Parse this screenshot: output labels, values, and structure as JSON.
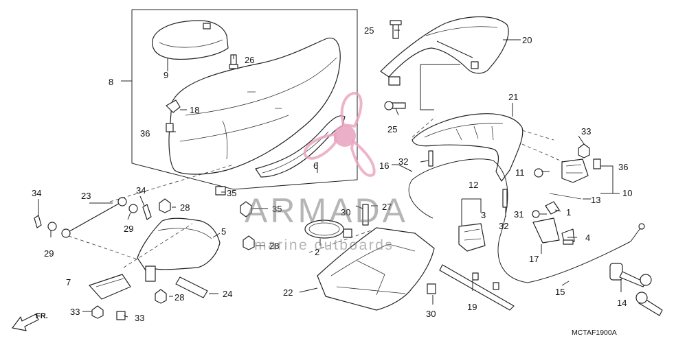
{
  "diagram": {
    "code": "MCTAF1900A",
    "direction_label": "FR.",
    "callouts": [
      {
        "id": "c1",
        "label": "1"
      },
      {
        "id": "c2",
        "label": "2"
      },
      {
        "id": "c3",
        "label": "3"
      },
      {
        "id": "c4",
        "label": "4"
      },
      {
        "id": "c5",
        "label": "5"
      },
      {
        "id": "c6",
        "label": "6"
      },
      {
        "id": "c7",
        "label": "7"
      },
      {
        "id": "c8",
        "label": "8"
      },
      {
        "id": "c9",
        "label": "9"
      },
      {
        "id": "c10",
        "label": "10"
      },
      {
        "id": "c11",
        "label": "11"
      },
      {
        "id": "c12",
        "label": "12"
      },
      {
        "id": "c13",
        "label": "13"
      },
      {
        "id": "c14",
        "label": "14"
      },
      {
        "id": "c15",
        "label": "15"
      },
      {
        "id": "c16",
        "label": "16"
      },
      {
        "id": "c17",
        "label": "17"
      },
      {
        "id": "c18",
        "label": "18"
      },
      {
        "id": "c19",
        "label": "19"
      },
      {
        "id": "c20",
        "label": "20"
      },
      {
        "id": "c21",
        "label": "21"
      },
      {
        "id": "c22",
        "label": "22"
      },
      {
        "id": "c23",
        "label": "23"
      },
      {
        "id": "c24",
        "label": "24"
      },
      {
        "id": "c25a",
        "label": "25"
      },
      {
        "id": "c25b",
        "label": "25"
      },
      {
        "id": "c26",
        "label": "26"
      },
      {
        "id": "c27",
        "label": "27"
      },
      {
        "id": "c28a",
        "label": "28"
      },
      {
        "id": "c28b",
        "label": "28"
      },
      {
        "id": "c28c",
        "label": "28"
      },
      {
        "id": "c29a",
        "label": "29"
      },
      {
        "id": "c29b",
        "label": "29"
      },
      {
        "id": "c30a",
        "label": "30"
      },
      {
        "id": "c30b",
        "label": "30"
      },
      {
        "id": "c31",
        "label": "31"
      },
      {
        "id": "c32a",
        "label": "32"
      },
      {
        "id": "c32b",
        "label": "32"
      },
      {
        "id": "c33a",
        "label": "33"
      },
      {
        "id": "c33b",
        "label": "33"
      },
      {
        "id": "c33c",
        "label": "33"
      },
      {
        "id": "c34a",
        "label": "34"
      },
      {
        "id": "c34b",
        "label": "34"
      },
      {
        "id": "c35a",
        "label": "35"
      },
      {
        "id": "c35b",
        "label": "35"
      },
      {
        "id": "c36a",
        "label": "36"
      },
      {
        "id": "c36b",
        "label": "36"
      }
    ]
  },
  "watermark": {
    "brand": "ARMADA",
    "tagline": "marine outboards",
    "color": "#e8a2bd"
  }
}
